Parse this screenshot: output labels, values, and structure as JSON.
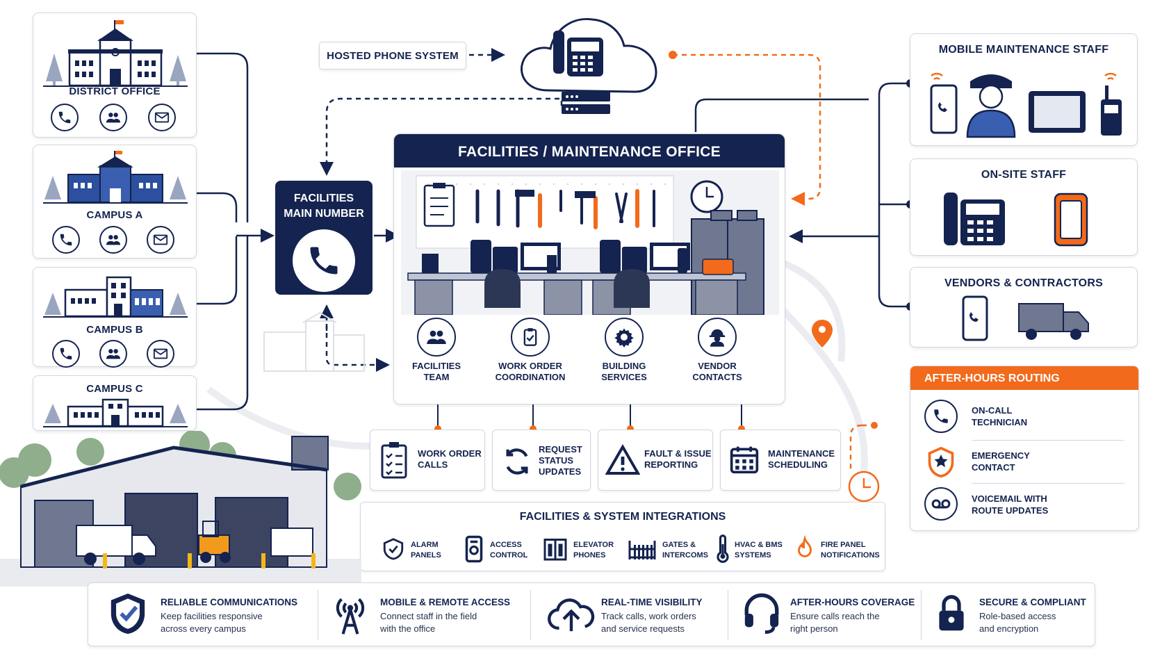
{
  "colors": {
    "navy": "#14234f",
    "orange": "#f26a1b",
    "border": "#d3d6de",
    "grey": "#7c8496"
  },
  "hosted_phone": {
    "label": "HOSTED PHONE SYSTEM"
  },
  "locations": [
    {
      "label": "DISTRICT OFFICE",
      "icons": [
        "phone-icon",
        "people-icon",
        "mail-icon"
      ]
    },
    {
      "label": "CAMPUS A",
      "icons": [
        "phone-icon",
        "people-icon",
        "mail-icon"
      ]
    },
    {
      "label": "CAMPUS B",
      "icons": [
        "phone-icon",
        "people-icon",
        "mail-icon"
      ]
    },
    {
      "label": "CAMPUS C"
    }
  ],
  "main_number": {
    "line1": "FACILITIES",
    "line2": "MAIN NUMBER"
  },
  "office": {
    "title": "FACILITIES / MAINTENANCE OFFICE",
    "services": [
      {
        "line1": "FACILITIES",
        "line2": "TEAM"
      },
      {
        "line1": "WORK ORDER",
        "line2": "COORDINATION"
      },
      {
        "line1": "BUILDING",
        "line2": "SERVICES"
      },
      {
        "line1": "VENDOR",
        "line2": "CONTACTS"
      }
    ]
  },
  "functions": [
    {
      "l1": "WORK ORDER",
      "l2": "CALLS",
      "l3": ""
    },
    {
      "l1": "REQUEST",
      "l2": "STATUS",
      "l3": "UPDATES"
    },
    {
      "l1": "FAULT & ISSUE",
      "l2": "REPORTING",
      "l3": ""
    },
    {
      "l1": "MAINTENANCE",
      "l2": "SCHEDULING",
      "l3": ""
    }
  ],
  "integrations": {
    "title": "FACILITIES & SYSTEM INTEGRATIONS",
    "items": [
      {
        "l1": "ALARM",
        "l2": "PANELS"
      },
      {
        "l1": "ACCESS",
        "l2": "CONTROL"
      },
      {
        "l1": "ELEVATOR",
        "l2": "PHONES"
      },
      {
        "l1": "GATES &",
        "l2": "INTERCOMS"
      },
      {
        "l1": "HVAC & BMS",
        "l2": "SYSTEMS"
      },
      {
        "l1": "FIRE PANEL",
        "l2": "NOTIFICATIONS"
      }
    ]
  },
  "right_panels": {
    "mobile": {
      "title": "MOBILE MAINTENANCE STAFF"
    },
    "onsite": {
      "title": "ON-SITE STAFF"
    },
    "vendors": {
      "title": "VENDORS & CONTRACTORS"
    }
  },
  "after_hours": {
    "title": "AFTER-HOURS ROUTING",
    "items": [
      {
        "l1": "ON-CALL",
        "l2": "TECHNICIAN"
      },
      {
        "l1": "EMERGENCY",
        "l2": "CONTACT"
      },
      {
        "l1": "VOICEMAIL WITH",
        "l2": "ROUTE UPDATES"
      }
    ]
  },
  "benefits": [
    {
      "title": "RELIABLE COMMUNICATIONS",
      "d1": "Keep facilities responsive",
      "d2": "across every campus"
    },
    {
      "title": "MOBILE & REMOTE ACCESS",
      "d1": "Connect staff in the field",
      "d2": "with the office"
    },
    {
      "title": "REAL-TIME VISIBILITY",
      "d1": "Track calls, work orders",
      "d2": "and service requests"
    },
    {
      "title": "AFTER-HOURS COVERAGE",
      "d1": "Ensure calls reach the",
      "d2": "right person"
    },
    {
      "title": "SECURE & COMPLIANT",
      "d1": "Role-based access",
      "d2": "and encryption"
    }
  ]
}
